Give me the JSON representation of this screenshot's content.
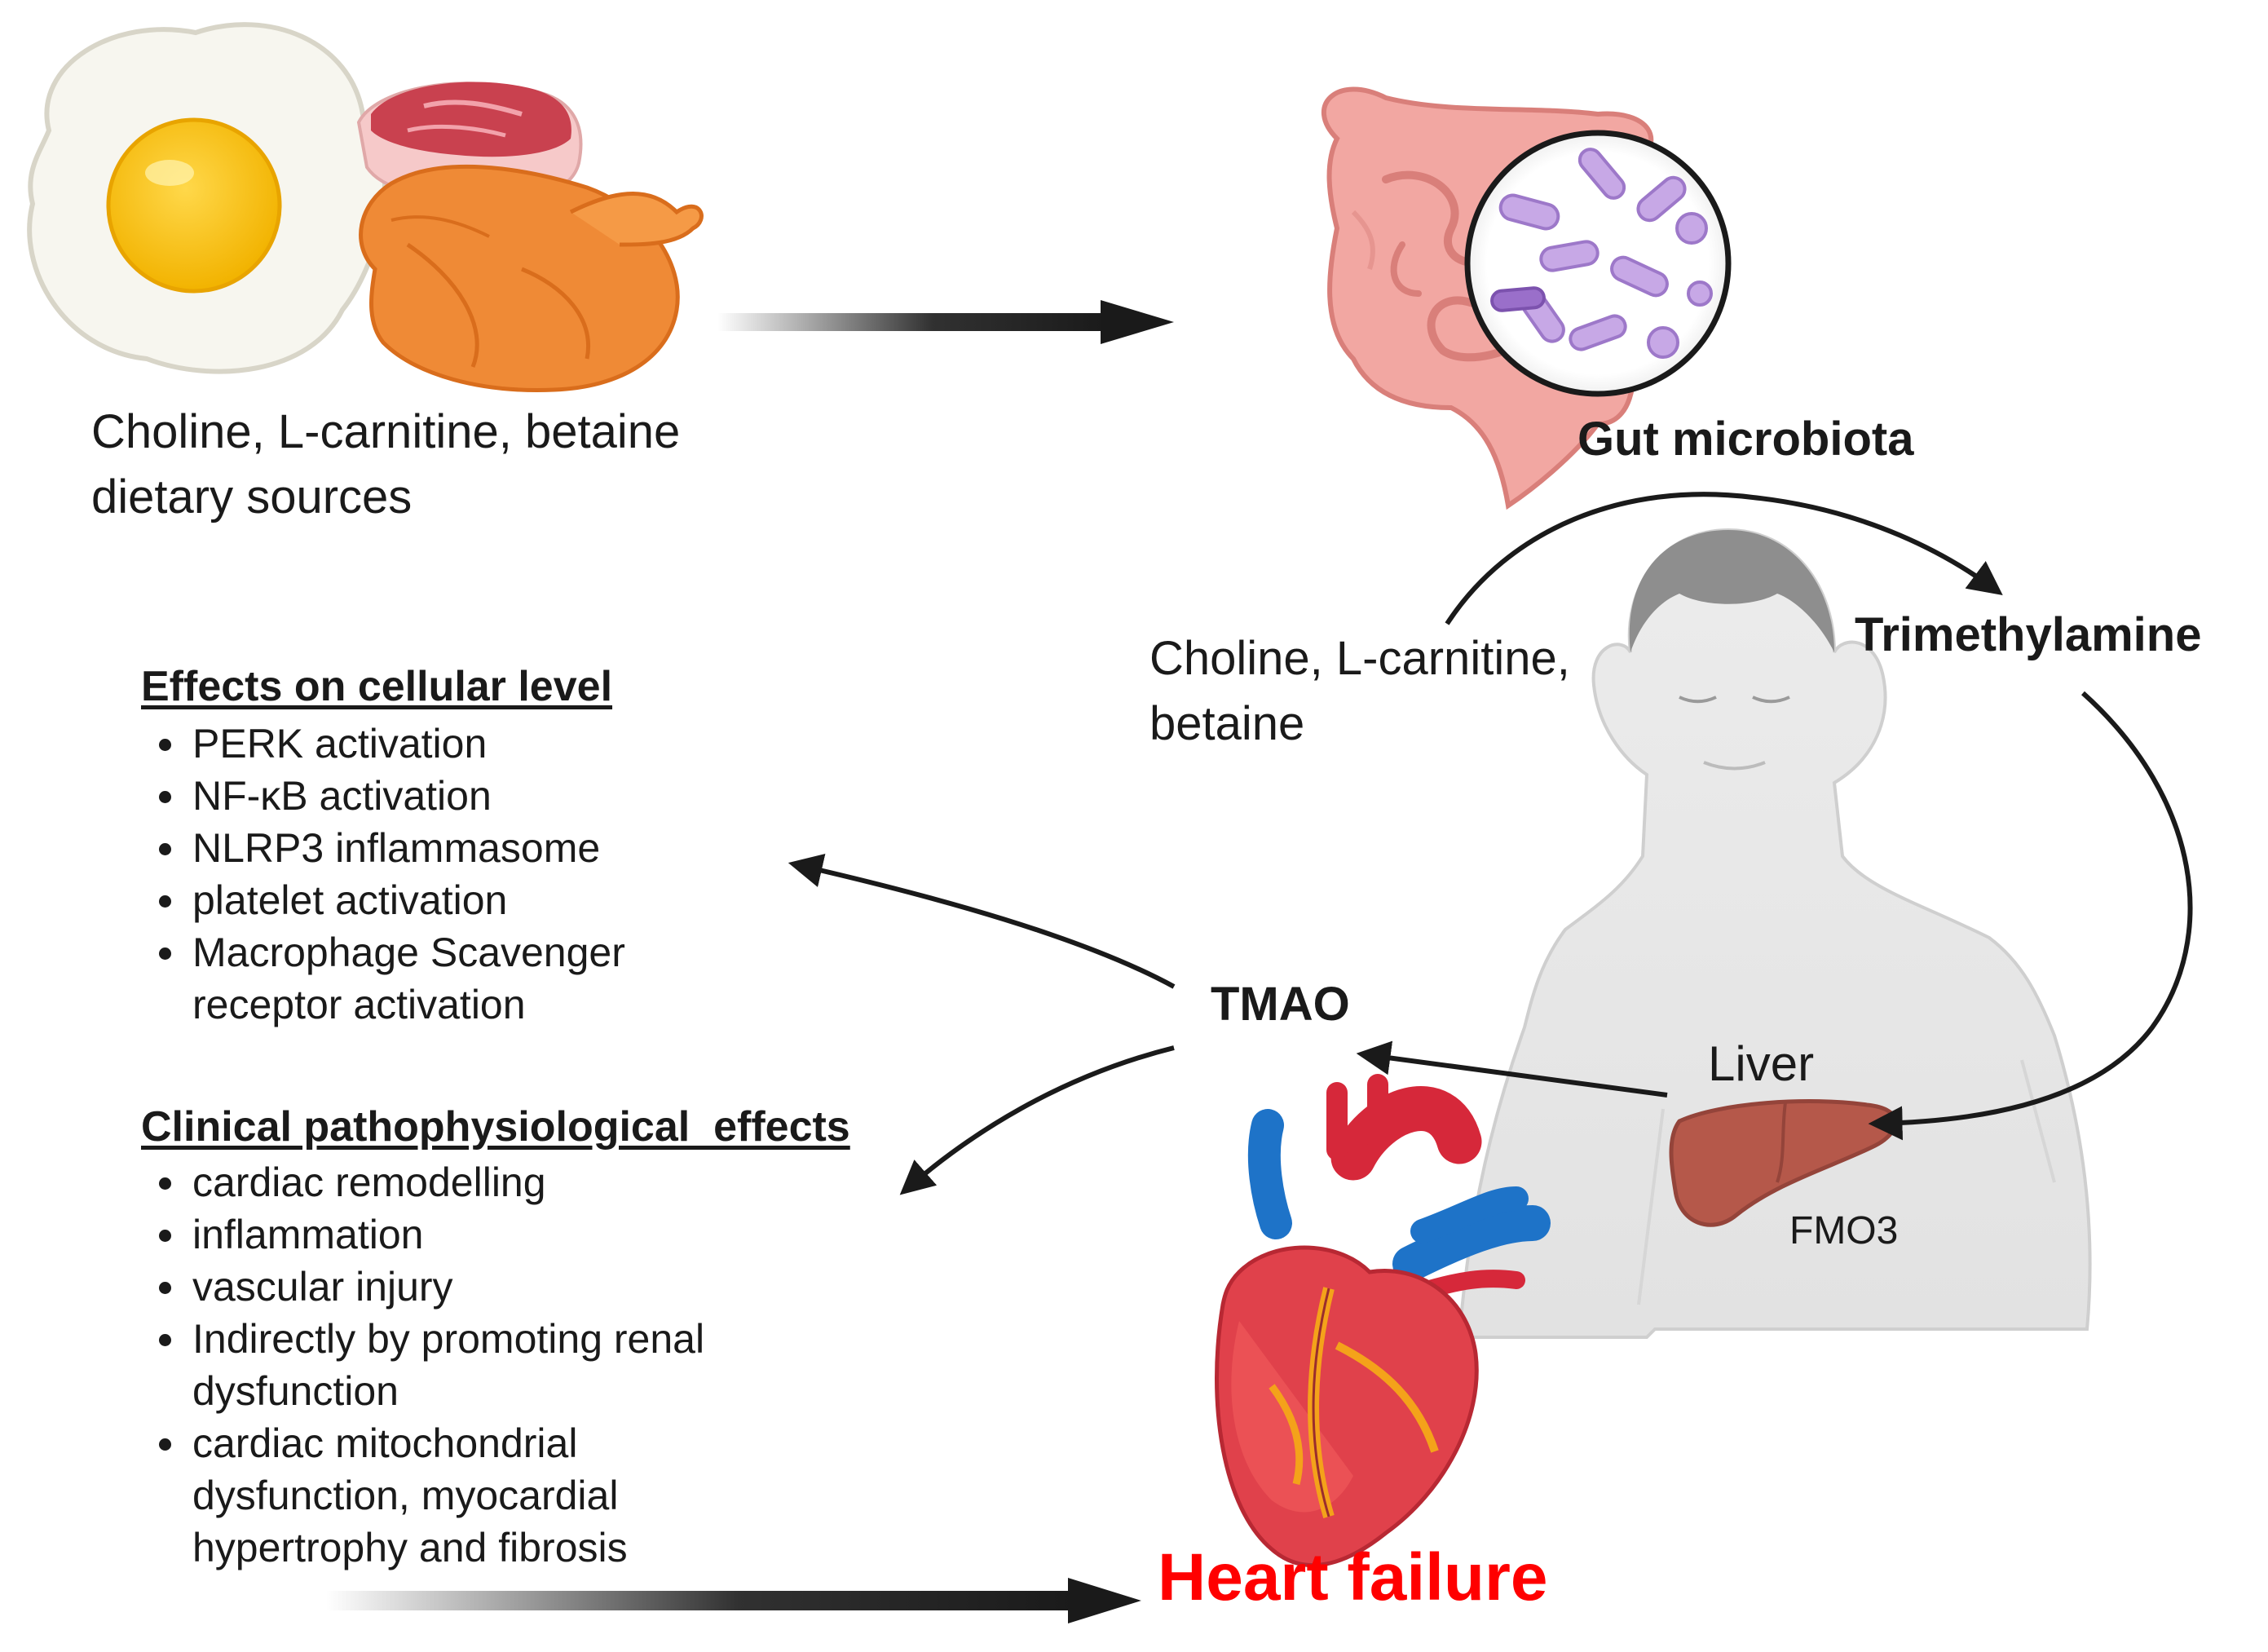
{
  "diagram": {
    "dietary_sources": "Choline, L-carnitine, betaine\ndietary sources",
    "gut_microbiota": "Gut microbiota",
    "precursors": "Choline, L-carnitine,\nbetaine",
    "trimethylamine": "Trimethylamine",
    "tmao": "TMAO",
    "liver": "Liver",
    "fmo3": "FMO3",
    "heart_failure": "Heart failure"
  },
  "cellular_effects": {
    "heading": "Effects on cellular level",
    "items": [
      "PERK activation",
      "NF-κB activation",
      "NLRP3 inflammasome",
      "platelet activation",
      "Macrophage Scavenger\nreceptor activation"
    ]
  },
  "clinical_effects": {
    "heading": "Clinical pathophysiological  effects",
    "items": [
      "cardiac remodelling",
      "inflammation",
      "vascular injury",
      "Indirectly by promoting renal\ndysfunction",
      "cardiac mitochondrial\ndysfunction, myocardial\nhypertrophy and fibrosis"
    ]
  },
  "colors": {
    "heart_failure_text": "#ff0000",
    "arrow": "#1a1a1a",
    "liver": "#b5584a",
    "microbe": "#b898d8"
  }
}
